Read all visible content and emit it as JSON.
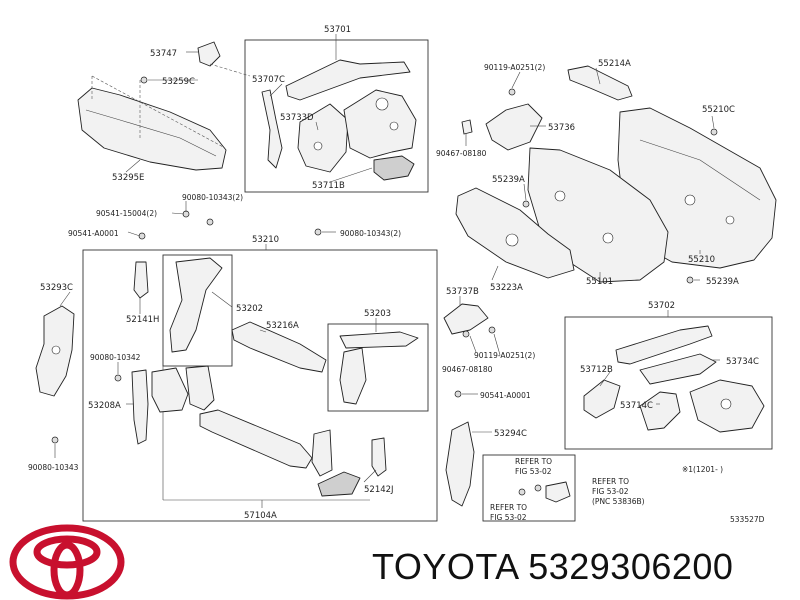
{
  "brand": {
    "name": "TOYOTA",
    "part_number": "5329306200",
    "logo_color": "#c8102e",
    "logo_icon": "toyota-logo-icon"
  },
  "diagram_code": "533527D",
  "date_note": "※1(1201-  )",
  "refer_labels": {
    "line1a": "REFER TO",
    "line1b": "FIG 53-02",
    "line2a": "REFER TO",
    "line2b": "FIG 53-02",
    "line2c": "(PNC 53836B)",
    "line3a": "REFER TO",
    "line3b": "FIG 53-02"
  },
  "parts": {
    "p53701": "53701",
    "p53747": "53747",
    "p53259C": "53259C",
    "p53707C": "53707C",
    "p53733D": "53733D",
    "p53711B": "53711B",
    "p53295E": "53295E",
    "p90080_10343_2a": "90080-10343(2)",
    "p90541_15004_2": "90541-15004(2)",
    "p90541_A0001a": "90541-A0001",
    "p53210": "53210",
    "p90080_10343_2b": "90080-10343(2)",
    "p53293C": "53293C",
    "p52141H": "52141H",
    "p53202": "53202",
    "p53216A": "53216A",
    "p53203": "53203",
    "p90080_10342": "90080-10342",
    "p53208A": "53208A",
    "p90080_10343": "90080-10343",
    "p57104A": "57104A",
    "p52142J": "52142J",
    "p90119_A0251_2a": "90119-A0251(2)",
    "p55214A": "55214A",
    "p55210C": "55210C",
    "p53736": "53736",
    "p90467_08180a": "90467-08180",
    "p55239Aa": "55239A",
    "p55101": "55101",
    "p55210": "55210",
    "p53223A": "53223A",
    "p55239Ab": "55239A",
    "p53737B": "53737B",
    "p53702": "53702",
    "p90467_08180b": "90467-08180",
    "p90119_A0251_2b": "90119-A0251(2)",
    "p53712B": "53712B",
    "p53734C": "53734C",
    "p90541_A0001b": "90541-A0001",
    "p53714C": "53714C",
    "p53294C": "53294C"
  }
}
